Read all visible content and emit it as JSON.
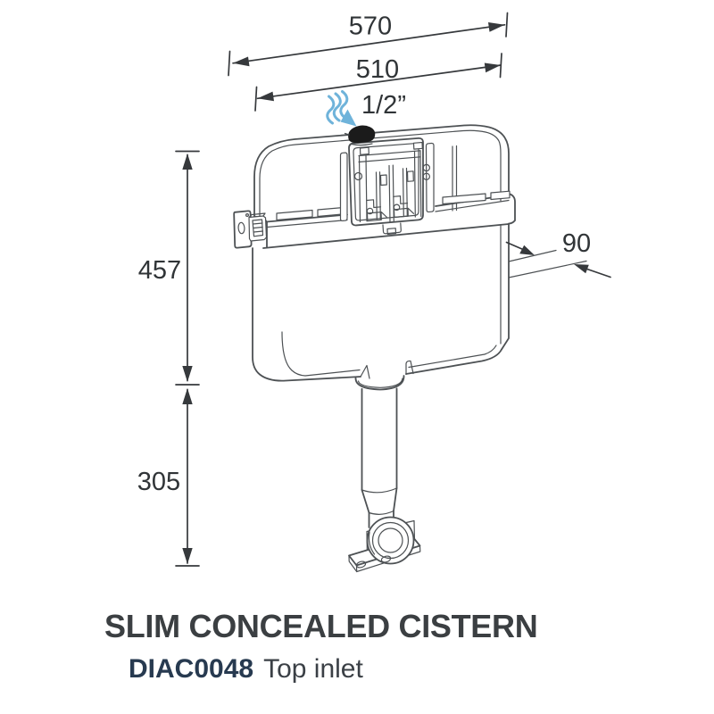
{
  "product": {
    "title": "SLIM CONCEALED CISTERN",
    "code": "DIAC0048",
    "variant": "Top inlet"
  },
  "dimensions": {
    "overall_width_mm": "570",
    "lid_width_mm": "510",
    "inlet_size": "1/2”",
    "body_height_mm": "457",
    "flush_pipe_height_mm": "305",
    "depth_mm": "90"
  },
  "icons": [
    {
      "name": "water-inlet-arrow-icon",
      "meaning": "water flow into top inlet valve",
      "color": "#6fb3da"
    }
  ],
  "colors": {
    "background": "#ffffff",
    "drawing_line": "#4d5154",
    "dimension_line": "#36393c",
    "accent_blue": "#6fb3da",
    "title_text": "#3b3f42",
    "code_text": "#273a50",
    "inlet_valve": "#1b1b1b"
  }
}
